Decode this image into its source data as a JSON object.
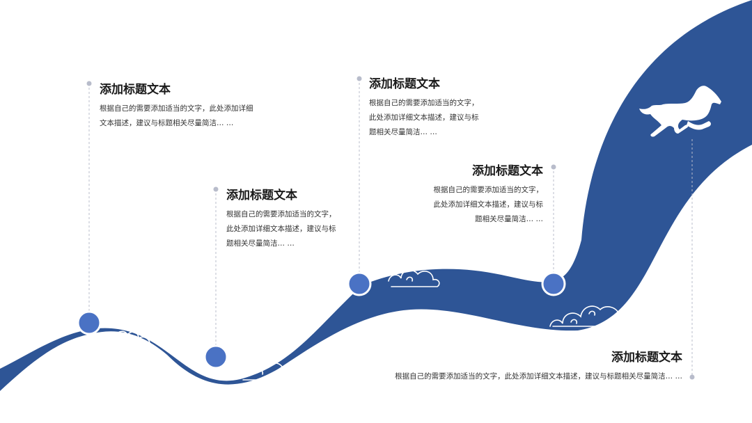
{
  "colors": {
    "accent": "#2e5596",
    "node": "#4a72c4",
    "text": "#1a1a1a",
    "guide": "#b8bccb"
  },
  "icons": {
    "emblem": "horse-icon",
    "ornament": "cloud-icon"
  },
  "items": [
    {
      "title": "添加标题文本",
      "desc": [
        "根据自己的需要添加适当的文字，此处添加详细",
        "文本描述，建议与标题相关尽量简洁… …"
      ]
    },
    {
      "title": "添加标题文本",
      "desc": [
        "根据自己的需要添加适当的文字，",
        "此处添加详细文本描述，建议与标",
        "题相关尽量简洁… …"
      ]
    },
    {
      "title": "添加标题文本",
      "desc": [
        "根据自己的需要添加适当的文字，",
        "此处添加详细文本描述，建议与标",
        "题相关尽量简洁… …"
      ]
    },
    {
      "title": "添加标题文本",
      "desc": [
        "根据自己的需要添加适当的文字，",
        "此处添加详细文本描述，建议与标",
        "题相关尽量简洁… …"
      ]
    },
    {
      "title": "添加标题文本",
      "desc": [
        "根据自己的需要添加适当的文字，此处添加详细文本描述，建议与标题相关尽量简洁… …"
      ]
    }
  ]
}
